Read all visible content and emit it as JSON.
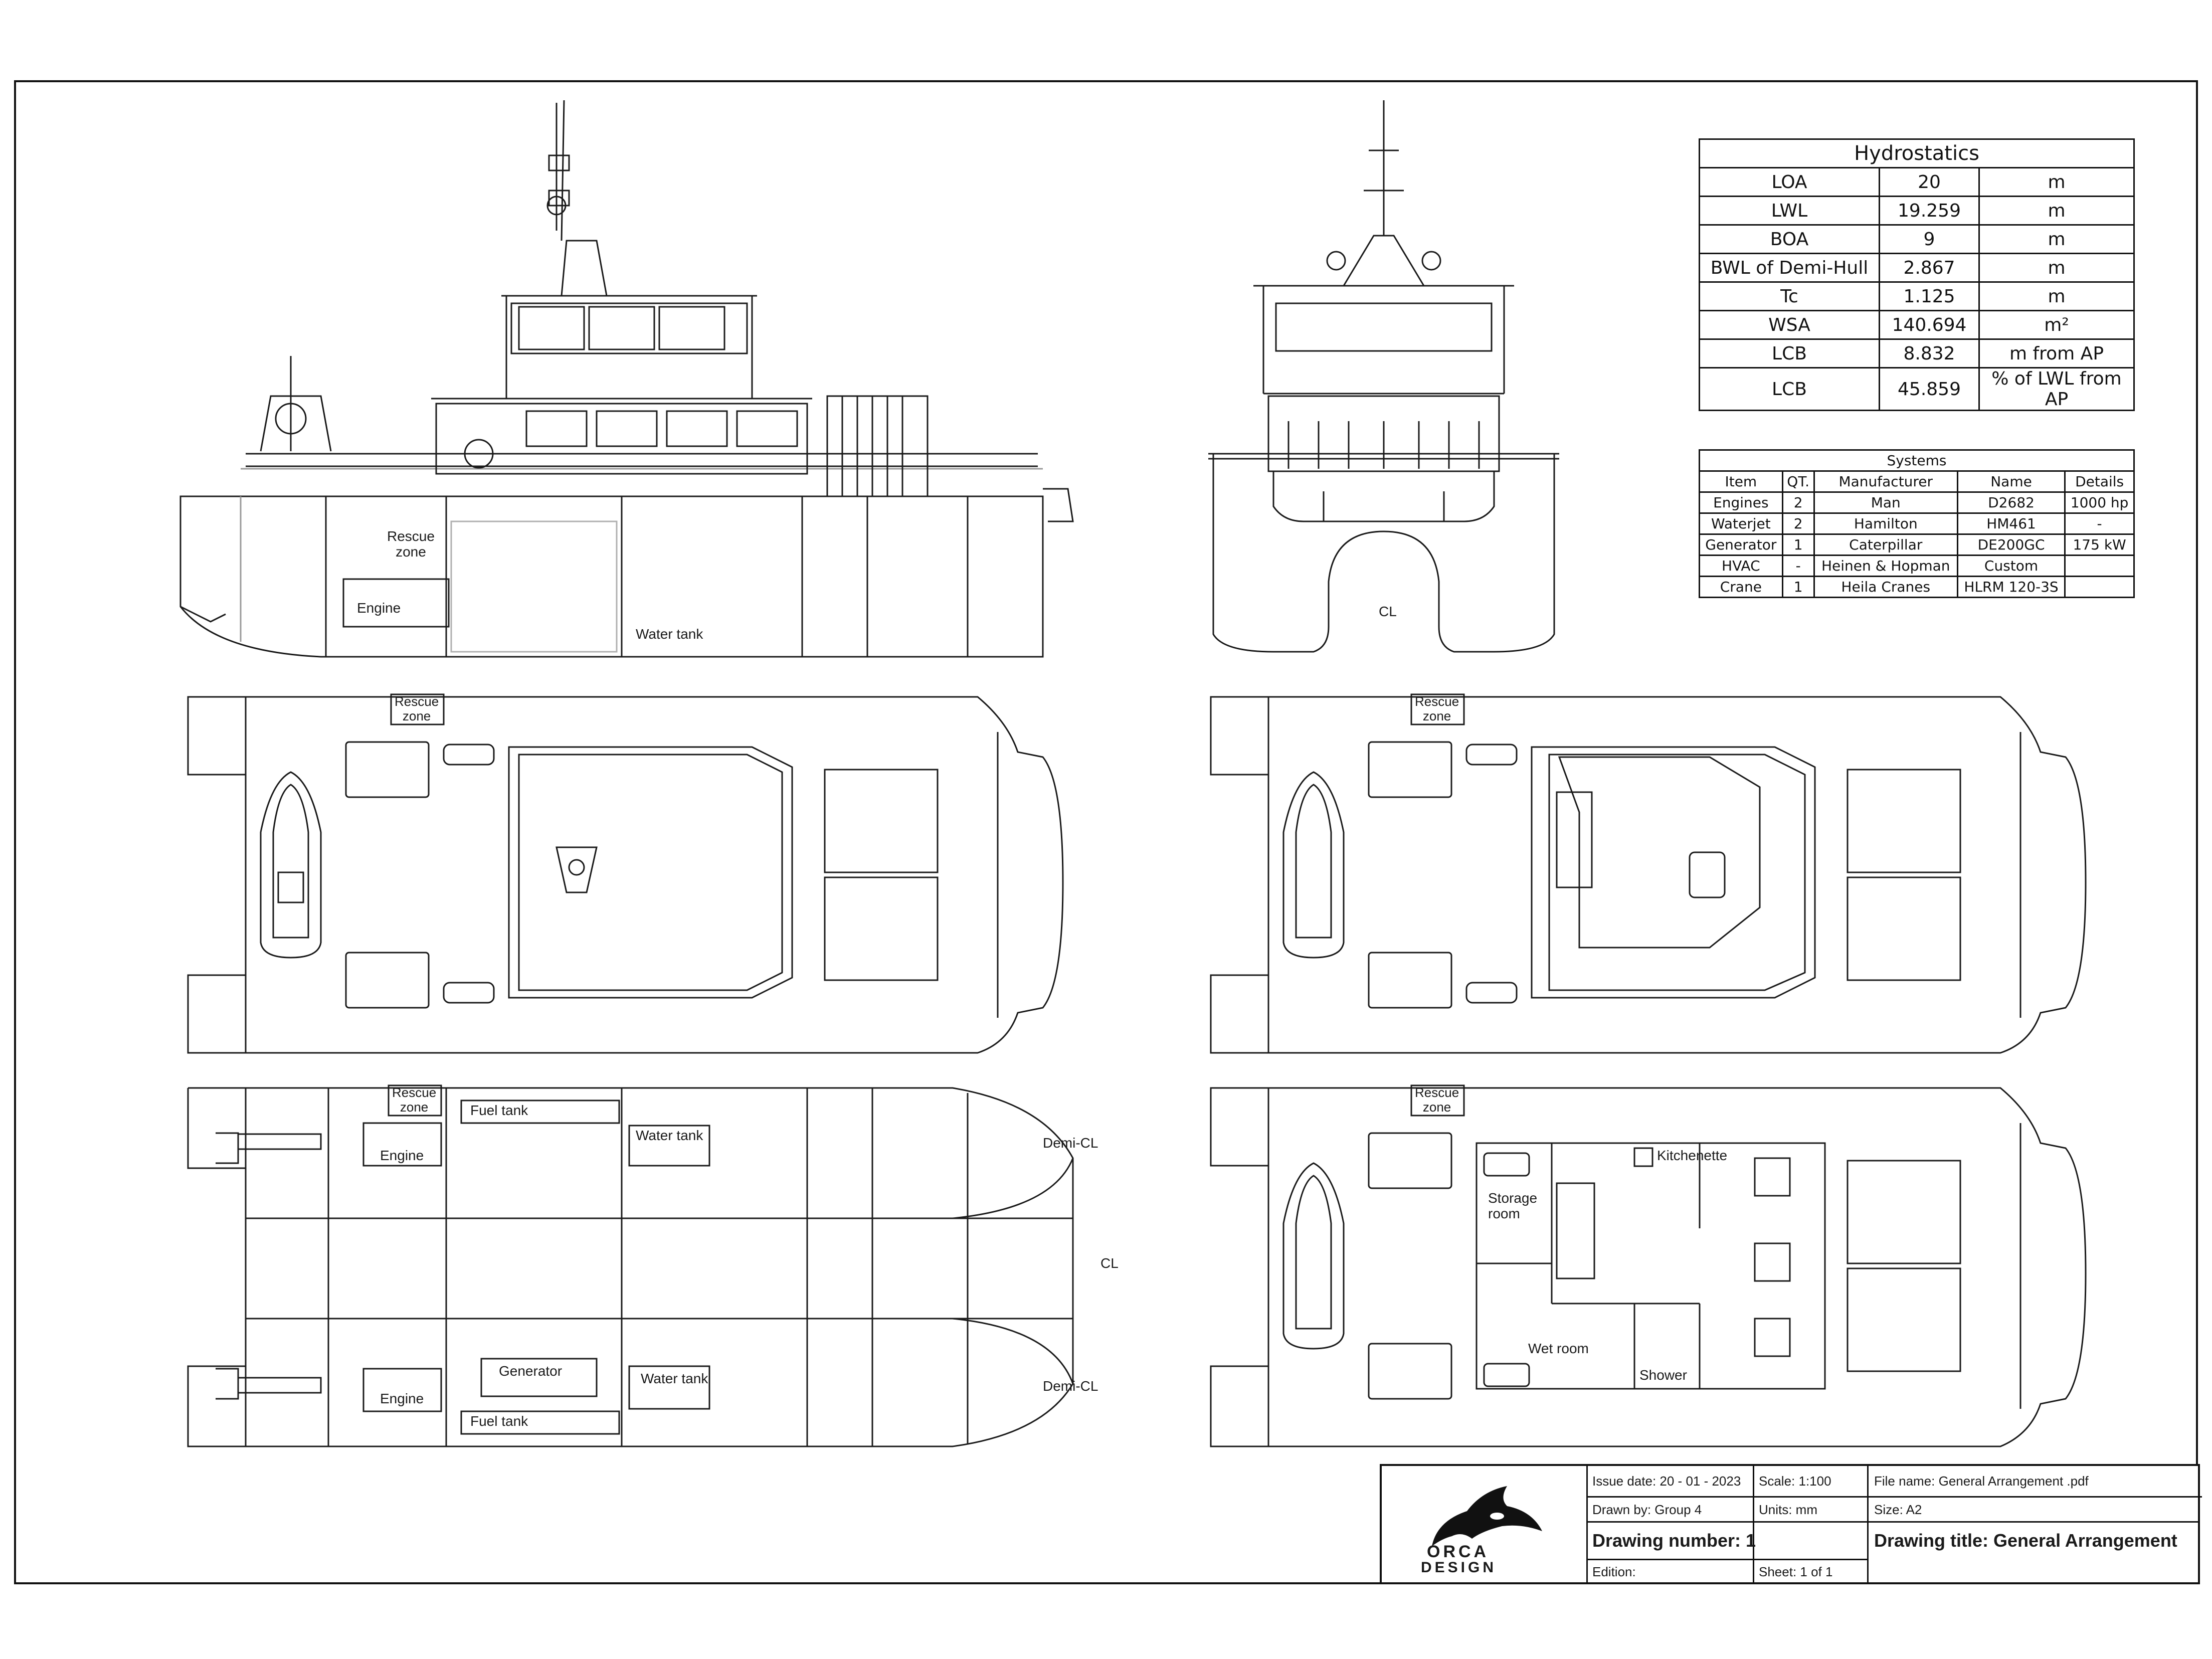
{
  "hydrostatics": {
    "title": "Hydrostatics",
    "rows": [
      {
        "param": "LOA",
        "value": "20",
        "unit": "m"
      },
      {
        "param": "LWL",
        "value": "19.259",
        "unit": "m"
      },
      {
        "param": "BOA",
        "value": "9",
        "unit": "m"
      },
      {
        "param": "BWL of Demi-Hull",
        "value": "2.867",
        "unit": "m"
      },
      {
        "param": "Tc",
        "value": "1.125",
        "unit": "m"
      },
      {
        "param": "WSA",
        "value": "140.694",
        "unit": "m²"
      },
      {
        "param": "LCB",
        "value": "8.832",
        "unit": "m from AP"
      },
      {
        "param": "LCB",
        "value": "45.859",
        "unit": "% of LWL from AP"
      }
    ]
  },
  "systems": {
    "title": "Systems",
    "headers": [
      "Item",
      "QT.",
      "Manufacturer",
      "Name",
      "Details"
    ],
    "rows": [
      [
        "Engines",
        "2",
        "Man",
        "D2682",
        "1000 hp"
      ],
      [
        "Waterjet",
        "2",
        "Hamilton",
        "HM461",
        "-"
      ],
      [
        "Generator",
        "1",
        "Caterpillar",
        "DE200GC",
        "175 kW"
      ],
      [
        "HVAC",
        "-",
        "Heinen & Hopman",
        "Custom",
        ""
      ],
      [
        "Crane",
        "1",
        "Heila Cranes",
        "HLRM 120-3S",
        ""
      ]
    ]
  },
  "drawing_labels": {
    "side_rescue_zone": "Rescue\nzone",
    "side_engine": "Engine",
    "side_water_tank": "Water tank",
    "front_cl": "CL",
    "deck1_rescue_zone": "Rescue\nzone",
    "deck2_rescue_zone": "Rescue\nzone",
    "tank_rescue_zone": "Rescue\nzone",
    "tank_fuel_tank_top": "Fuel tank",
    "tank_water_tank_top": "Water tank",
    "tank_engine_top": "Engine",
    "tank_generator": "Generator",
    "tank_engine_bottom": "Engine",
    "tank_fuel_tank_bottom": "Fuel tank",
    "tank_water_tank_bottom": "Water tank",
    "tank_demi_cl_top": "Demi-CL",
    "tank_cl": "CL",
    "tank_demi_cl_bottom": "Demi-CL",
    "accom_rescue_zone": "Rescue\nzone",
    "accom_kitchenette": "Kitchenette",
    "accom_storage_room": "Storage\nroom",
    "accom_wet_room": "Wet room",
    "accom_shower": "Shower"
  },
  "title_block": {
    "logo_top": "ORCA",
    "logo_bottom": "DESIGN",
    "issue_date": "Issue date: 20 - 01 - 2023",
    "scale": "Scale: 1:100",
    "file_name": "File name: General Arrangement .pdf",
    "drawn_by": "Drawn by:  Group 4",
    "units": "Units: mm",
    "size": "Size: A2",
    "drawing_number": "Drawing number:  1",
    "drawing_title": "Drawing title:  General Arrangement",
    "edition": "Edition:",
    "sheet": "Sheet: 1 of 1"
  },
  "colors": {
    "line": "#1a1a1a",
    "light_line": "#9a9a9a"
  }
}
